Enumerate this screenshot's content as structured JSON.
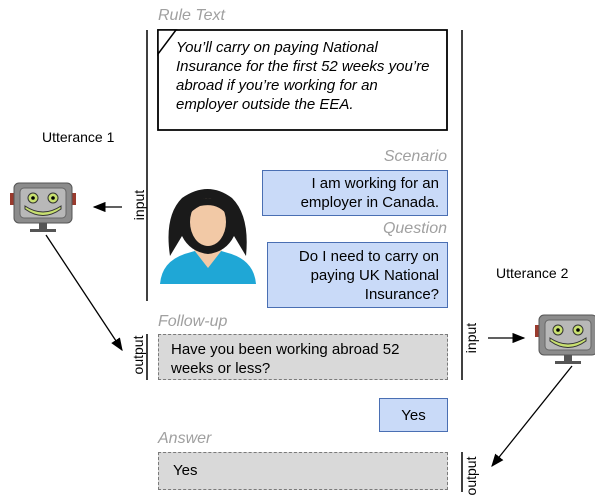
{
  "rule": {
    "label": "Rule Text",
    "text": "You’ll carry on paying National Insurance for the first 52 weeks you’re abroad if you’re working for an employer outside the EEA."
  },
  "utterance1": {
    "label": "Utterance 1",
    "input_label": "input",
    "output_label": "output"
  },
  "utterance2": {
    "label": "Utterance 2",
    "input_label": "input",
    "output_label": "output"
  },
  "scenario": {
    "label": "Scenario",
    "text": "I am working for an employer in Canada."
  },
  "question": {
    "label": "Question",
    "text": "Do I need to carry on paying UK National Insurance?"
  },
  "followup": {
    "label": "Follow-up",
    "text": "Have you been working abroad 52 weeks or less?"
  },
  "reply": {
    "text": "Yes"
  },
  "answer": {
    "label": "Answer",
    "text": "Yes"
  },
  "colors": {
    "bubble_blue": "#c9daf8",
    "bubble_gray": "#d9d9d9",
    "label_gray": "#a0a0a0"
  }
}
